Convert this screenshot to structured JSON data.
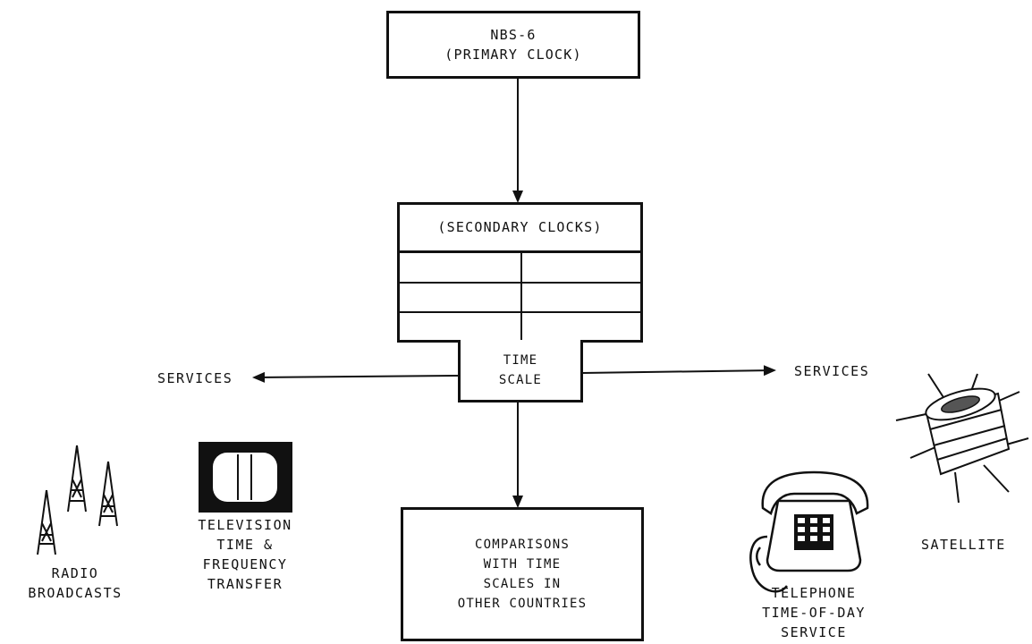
{
  "primary_clock": {
    "line1": "NBS-6",
    "line2": "(PRIMARY CLOCK)"
  },
  "secondary_clocks": {
    "label": "(SECONDARY CLOCKS)"
  },
  "time_scale": {
    "line1": "TIME",
    "line2": "SCALE"
  },
  "services_left": "SERVICES",
  "services_right": "SERVICES",
  "comparisons": {
    "line1": "COMPARISONS",
    "line2": "WITH TIME",
    "line3": "SCALES IN",
    "line4": "OTHER COUNTRIES"
  },
  "radio": {
    "line1": "RADIO",
    "line2": "BROADCASTS",
    "icon": "radio-tower-icon"
  },
  "television": {
    "line1": "TELEVISION",
    "line2": "TIME &",
    "line3": "FREQUENCY",
    "line4": "TRANSFER",
    "icon": "television-icon"
  },
  "telephone": {
    "line1": "TELEPHONE",
    "line2": "TIME-OF-DAY",
    "line3": "SERVICE",
    "icon": "telephone-icon"
  },
  "satellite": {
    "line1": "SATELLITE",
    "icon": "satellite-icon"
  }
}
